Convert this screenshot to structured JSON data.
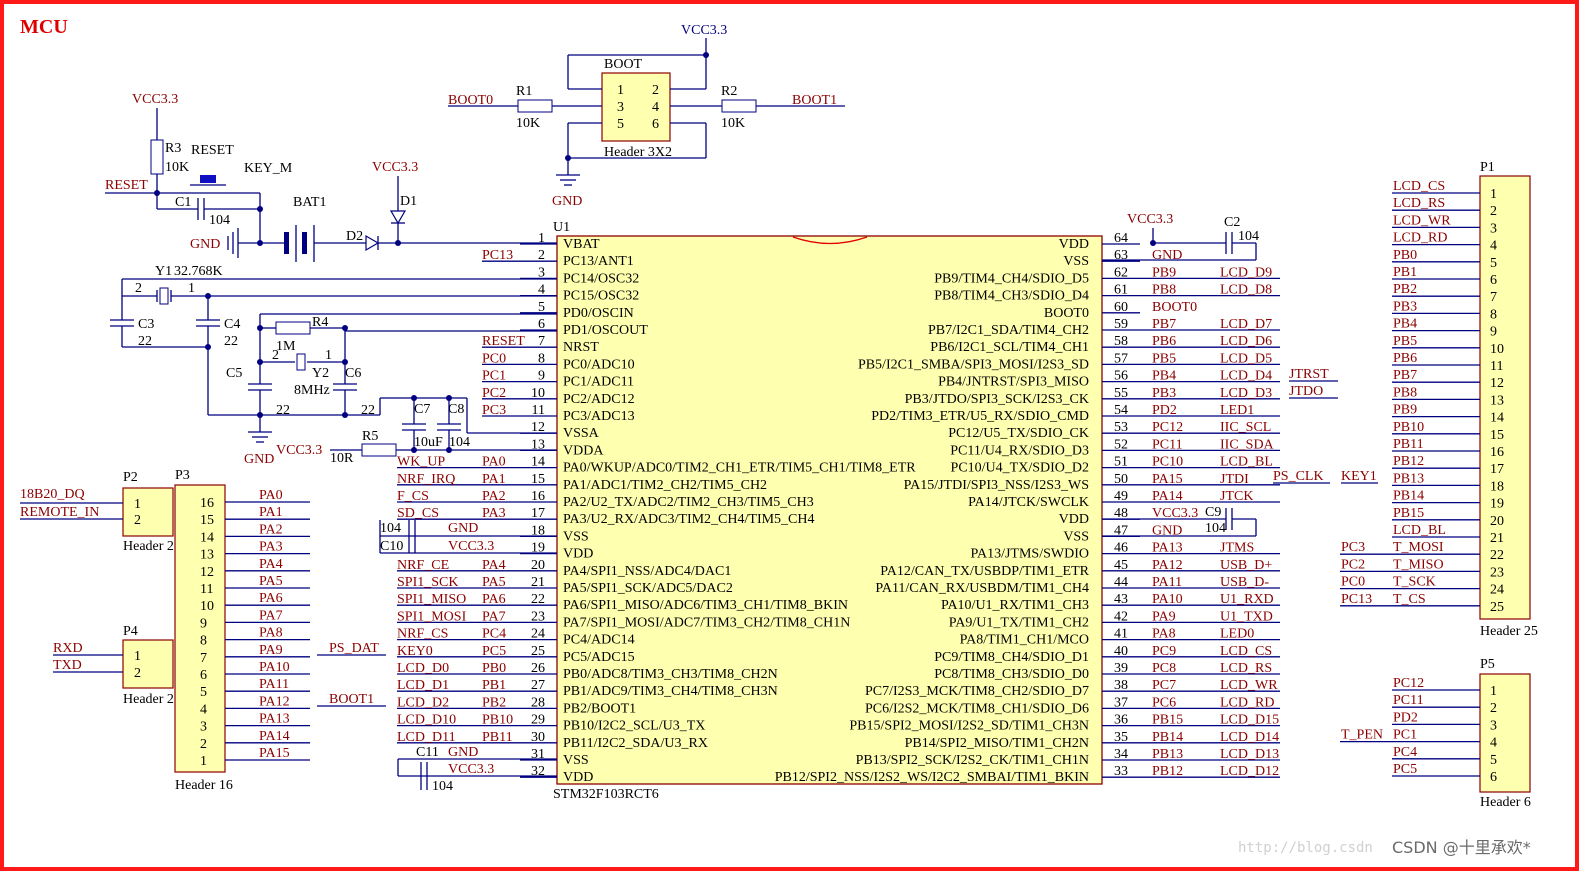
{
  "title": "MCU",
  "watermark": "http://blog.csdn",
  "credit": "CSDN @十里承欢*",
  "colors": {
    "frame": "#ff1a1a",
    "chip_fill": "#ffffb0",
    "wire": "#000080",
    "net_label": "#8b0000",
    "chip_border": "#8b0000"
  },
  "mcu": {
    "ref": "U1",
    "part": "STM32F103RCT6",
    "left_pins": [
      {
        "num": "1",
        "name": "VBAT",
        "net": ""
      },
      {
        "num": "2",
        "name": "PC13/ANT1",
        "net": "PC13"
      },
      {
        "num": "3",
        "name": "PC14/OSC32",
        "net": ""
      },
      {
        "num": "4",
        "name": "PC15/OSC32",
        "net": ""
      },
      {
        "num": "5",
        "name": "PD0/OSCIN",
        "net": ""
      },
      {
        "num": "6",
        "name": "PD1/OSCOUT",
        "net": ""
      },
      {
        "num": "7",
        "name": "NRST",
        "net": "RESET"
      },
      {
        "num": "8",
        "name": "PC0/ADC10",
        "net": "PC0"
      },
      {
        "num": "9",
        "name": "PC1/ADC11",
        "net": "PC1"
      },
      {
        "num": "10",
        "name": "PC2/ADC12",
        "net": "PC2"
      },
      {
        "num": "11",
        "name": "PC3/ADC13",
        "net": "PC3"
      },
      {
        "num": "12",
        "name": "VSSA",
        "net": ""
      },
      {
        "num": "13",
        "name": "VDDA",
        "net": ""
      },
      {
        "num": "14",
        "name": "PA0/WKUP/ADC0/TIM2_CH1_ETR/TIM5_CH1/TIM8_ETR",
        "net": "PA0"
      },
      {
        "num": "15",
        "name": "PA1/ADC1/TIM2_CH2/TIM5_CH2",
        "net": "PA1"
      },
      {
        "num": "16",
        "name": "PA2/U2_TX/ADC2/TIM2_CH3/TIM5_CH3",
        "net": "PA2"
      },
      {
        "num": "17",
        "name": "PA3/U2_RX/ADC3/TIM2_CH4/TIM5_CH4",
        "net": "PA3"
      },
      {
        "num": "18",
        "name": "VSS",
        "net": ""
      },
      {
        "num": "19",
        "name": "VDD",
        "net": ""
      },
      {
        "num": "20",
        "name": "PA4/SPI1_NSS/ADC4/DAC1",
        "net": "PA4"
      },
      {
        "num": "21",
        "name": "PA5/SPI1_SCK/ADC5/DAC2",
        "net": "PA5"
      },
      {
        "num": "22",
        "name": "PA6/SPI1_MISO/ADC6/TIM3_CH1/TIM8_BKIN",
        "net": "PA6"
      },
      {
        "num": "23",
        "name": "PA7/SPI1_MOSI/ADC7/TIM3_CH2/TIM8_CH1N",
        "net": "PA7"
      },
      {
        "num": "24",
        "name": "PC4/ADC14",
        "net": "PC4"
      },
      {
        "num": "25",
        "name": "PC5/ADC15",
        "net": "PC5"
      },
      {
        "num": "26",
        "name": "PB0/ADC8/TIM3_CH3/TIM8_CH2N",
        "net": "PB0"
      },
      {
        "num": "27",
        "name": "PB1/ADC9/TIM3_CH4/TIM8_CH3N",
        "net": "PB1"
      },
      {
        "num": "28",
        "name": "PB2/BOOT1",
        "net": "PB2"
      },
      {
        "num": "29",
        "name": "PB10/I2C2_SCL/U3_TX",
        "net": "PB10"
      },
      {
        "num": "30",
        "name": "PB11/I2C2_SDA/U3_RX",
        "net": "PB11"
      },
      {
        "num": "31",
        "name": "VSS",
        "net": ""
      },
      {
        "num": "32",
        "name": "VDD",
        "net": ""
      }
    ],
    "left_signals": [
      "",
      "",
      "",
      "",
      "",
      "",
      "",
      "",
      "",
      "",
      "",
      "",
      "",
      "WK_UP",
      "NRF_IRQ",
      "F_CS",
      "SD_CS",
      "",
      "",
      "NRF_CE",
      "SPI1_SCK",
      "SPI1_MISO",
      "SPI1_MOSI",
      "NRF_CS",
      "KEY0",
      "LCD_D0",
      "LCD_D1",
      "LCD_D2",
      "LCD_D10",
      "LCD_D11",
      "",
      ""
    ],
    "right_pins": [
      {
        "num": "64",
        "name": "VDD",
        "net": "",
        "sig": ""
      },
      {
        "num": "63",
        "name": "VSS",
        "net": "GND",
        "sig": ""
      },
      {
        "num": "62",
        "name": "PB9/TIM4_CH4/SDIO_D5",
        "net": "PB9",
        "sig": "LCD_D9"
      },
      {
        "num": "61",
        "name": "PB8/TIM4_CH3/SDIO_D4",
        "net": "PB8",
        "sig": "LCD_D8"
      },
      {
        "num": "60",
        "name": "BOOT0",
        "net": "BOOT0",
        "sig": ""
      },
      {
        "num": "59",
        "name": "PB7/I2C1_SDA/TIM4_CH2",
        "net": "PB7",
        "sig": "LCD_D7"
      },
      {
        "num": "58",
        "name": "PB6/I2C1_SCL/TIM4_CH1",
        "net": "PB6",
        "sig": "LCD_D6"
      },
      {
        "num": "57",
        "name": "PB5/I2C1_SMBA/SPI3_MOSI/I2S3_SD",
        "net": "PB5",
        "sig": "LCD_D5"
      },
      {
        "num": "56",
        "name": "PB4/JNTRST/SPI3_MISO",
        "net": "PB4",
        "sig": "LCD_D4"
      },
      {
        "num": "55",
        "name": "PB3/JTDO/SPI3_SCK/I2S3_CK",
        "net": "PB3",
        "sig": "LCD_D3"
      },
      {
        "num": "54",
        "name": "PD2/TIM3_ETR/U5_RX/SDIO_CMD",
        "net": "PD2",
        "sig": "LED1"
      },
      {
        "num": "53",
        "name": "PC12/U5_TX/SDIO_CK",
        "net": "PC12",
        "sig": "IIC_SCL"
      },
      {
        "num": "52",
        "name": "PC11/U4_RX/SDIO_D3",
        "net": "PC11",
        "sig": "IIC_SDA"
      },
      {
        "num": "51",
        "name": "PC10/U4_TX/SDIO_D2",
        "net": "PC10",
        "sig": "LCD_BL"
      },
      {
        "num": "50",
        "name": "PA15/JTDI/SPI3_NSS/I2S3_WS",
        "net": "PA15",
        "sig": "JTDI"
      },
      {
        "num": "49",
        "name": "PA14/JTCK/SWCLK",
        "net": "PA14",
        "sig": "JTCK"
      },
      {
        "num": "48",
        "name": "VDD",
        "net": "VCC3.3",
        "sig": ""
      },
      {
        "num": "47",
        "name": "VSS",
        "net": "GND",
        "sig": ""
      },
      {
        "num": "46",
        "name": "PA13/JTMS/SWDIO",
        "net": "PA13",
        "sig": "JTMS"
      },
      {
        "num": "45",
        "name": "PA12/CAN_TX/USBDP/TIM1_ETR",
        "net": "PA12",
        "sig": "USB_D+"
      },
      {
        "num": "44",
        "name": "PA11/CAN_RX/USBDM/TIM1_CH4",
        "net": "PA11",
        "sig": "USB_D-"
      },
      {
        "num": "43",
        "name": "PA10/U1_RX/TIM1_CH3",
        "net": "PA10",
        "sig": "U1_RXD"
      },
      {
        "num": "42",
        "name": "PA9/U1_TX/TIM1_CH2",
        "net": "PA9",
        "sig": "U1_TXD"
      },
      {
        "num": "41",
        "name": "PA8/TIM1_CH1/MCO",
        "net": "PA8",
        "sig": "LED0"
      },
      {
        "num": "40",
        "name": "PC9/TIM8_CH4/SDIO_D1",
        "net": "PC9",
        "sig": "LCD_CS"
      },
      {
        "num": "39",
        "name": "PC8/TIM8_CH3/SDIO_D0",
        "net": "PC8",
        "sig": "LCD_RS"
      },
      {
        "num": "38",
        "name": "PC7/I2S3_MCK/TIM8_CH2/SDIO_D7",
        "net": "PC7",
        "sig": "LCD_WR"
      },
      {
        "num": "37",
        "name": "PC6/I2S2_MCK/TIM8_CH1/SDIO_D6",
        "net": "PC6",
        "sig": "LCD_RD"
      },
      {
        "num": "36",
        "name": "PB15/SPI2_MOSI/I2S2_SD/TIM1_CH3N",
        "net": "PB15",
        "sig": "LCD_D15"
      },
      {
        "num": "35",
        "name": "PB14/SPI2_MISO/TIM1_CH2N",
        "net": "PB14",
        "sig": "LCD_D14"
      },
      {
        "num": "34",
        "name": "PB13/SPI2_SCK/I2S2_CK/TIM1_CH1N",
        "net": "PB13",
        "sig": "LCD_D13"
      },
      {
        "num": "33",
        "name": "PB12/SPI2_NSS/I2S2_WS/I2C2_SMBAI/TIM1_BKIN",
        "net": "PB12",
        "sig": "LCD_D12"
      }
    ]
  },
  "p1": {
    "ref": "P1",
    "footer": "Header 25",
    "nets": [
      "LCD_CS",
      "LCD_RS",
      "LCD_WR",
      "LCD_RD",
      "PB0",
      "PB1",
      "PB2",
      "PB3",
      "PB4",
      "PB5",
      "PB6",
      "PB7",
      "PB8",
      "PB9",
      "PB10",
      "PB11",
      "PB12",
      "PB13",
      "PB14",
      "PB15",
      "LCD_BL",
      "T_MOSI",
      "T_MISO",
      "T_SCK",
      "T_CS"
    ],
    "outer": [
      "",
      "",
      "",
      "",
      "",
      "",
      "",
      "",
      "",
      "",
      "",
      "",
      "",
      "",
      "",
      "",
      "",
      "",
      "",
      "",
      "",
      "PC3",
      "PC2",
      "PC0",
      "PC13"
    ]
  },
  "p5": {
    "ref": "P5",
    "footer": "Header 6",
    "nets": [
      "PC12",
      "PC11",
      "PD2",
      "PC1",
      "PC4",
      "PC5"
    ],
    "outer": [
      "",
      "",
      "",
      "T_PEN",
      "",
      ""
    ]
  },
  "p3": {
    "ref": "P3",
    "footer": "Header 16",
    "pins": [
      "16",
      "15",
      "14",
      "13",
      "12",
      "11",
      "10",
      "9",
      "8",
      "7",
      "6",
      "5",
      "4",
      "3",
      "2",
      "1"
    ],
    "nets": [
      "PA0",
      "PA1",
      "PA2",
      "PA3",
      "PA4",
      "PA5",
      "PA6",
      "PA7",
      "PA8",
      "PA9",
      "PA10",
      "PA11",
      "PA12",
      "PA13",
      "PA14",
      "PA15"
    ]
  },
  "p2": {
    "ref": "P2",
    "footer": "Header 2",
    "nets": [
      "18B20_DQ",
      "REMOTE_IN"
    ]
  },
  "p4": {
    "ref": "P4",
    "footer": "Header 2",
    "nets": [
      "RXD",
      "TXD"
    ]
  },
  "boot": {
    "ref": "BOOT",
    "footer": "Header 3X2",
    "r1": "R1",
    "r1v": "10K",
    "r2": "R2",
    "r2v": "10K",
    "left": "BOOT0",
    "right": "BOOT1",
    "vcc": "VCC3.3",
    "gnd": "GND"
  },
  "misc": {
    "vcc": "VCC3.3",
    "gnd": "GND",
    "reset": "RESET",
    "r3": "R3",
    "r3v": "10K",
    "key": "KEY_M",
    "c1": "C1",
    "c1v": "104",
    "bat": "BAT1",
    "d1": "D1",
    "d2": "D2",
    "y1": "Y1",
    "y1v": "32.768K",
    "c3": "C3",
    "c3v": "22",
    "c4": "C4",
    "c4v": "22",
    "r4": "R4",
    "r4v": "1M",
    "y2": "Y2",
    "y2v": "8MHz",
    "c5": "C5",
    "c5v": "22",
    "c6": "C6",
    "c6v": "22",
    "c7": "C7",
    "c7v": "10uF",
    "c8": "C8",
    "c8v": "104",
    "r5": "R5",
    "r5v": "10R",
    "c10": "C10",
    "c10v": "104",
    "c11": "C11",
    "c11v": "104",
    "c2": "C2",
    "c2v": "104",
    "c9": "C9",
    "c9v": "104",
    "jtrst": "JTRST",
    "jtdo": "JTDO",
    "ps_clk": "PS_CLK",
    "key1": "KEY1",
    "ps_dat": "PS_DAT",
    "boot1": "BOOT1"
  }
}
